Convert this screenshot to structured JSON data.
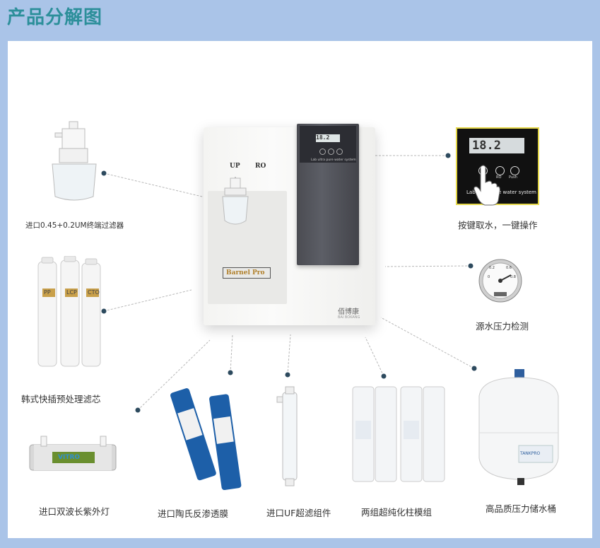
{
  "page": {
    "title": "产品分解图"
  },
  "components": {
    "terminal_filter": "进口0.45+0.2UM终端过滤器",
    "korean_cartridges": "韩式快插预处理滤芯",
    "uv_lamp": "进口双波长紫外灯",
    "ro_membrane": "进口陶氏反渗透膜",
    "uf_module": "进口UF超滤组件",
    "polishing_columns": "两组超纯化柱模组",
    "storage_tank": "高品质压力储水桶",
    "key_dispense": "按键取水，一键操作",
    "pressure_gauge": "源水压力检测"
  },
  "machine": {
    "up_label": "UP",
    "ro_label": "RO",
    "brand_tag": "Barnel Pro",
    "brand_cn": "佰博康",
    "brand_en": "BAI BOKANG",
    "lcd_value": "18.2",
    "panel_text": "Lab ultra pure water system"
  },
  "control_panel": {
    "lcd_value": "18.2",
    "ro_button": "RO",
    "push_button": "Push",
    "model_text": "Lab ultra pure water system"
  },
  "cartridge_labels": [
    "PP",
    "LCP",
    "CTO"
  ],
  "uv_label": "VITRO",
  "tank_label": "TANKPRO",
  "gauge_ticks": [
    "0",
    "0.2",
    "0.6",
    "0.8"
  ],
  "colors": {
    "background": "#aac4e8",
    "title": "#2c8f9a",
    "connector_dot": "#2d4a5e",
    "membrane_blue": "#1d5fa8"
  }
}
